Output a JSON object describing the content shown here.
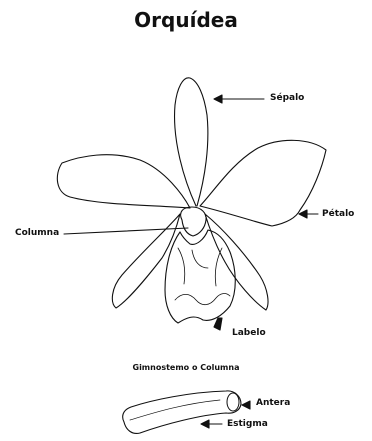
{
  "title": "Orquídea",
  "labels": {
    "sepalo": "Sépalo",
    "petalo": "Pétalo",
    "columna": "Columna",
    "labelo": "Labelo"
  },
  "column_figure": {
    "heading": "Gimnostemo o Columna",
    "antera": "Antera",
    "estigma": "Estigma"
  },
  "colors": {
    "ink": "#111111",
    "background": "#ffffff"
  }
}
